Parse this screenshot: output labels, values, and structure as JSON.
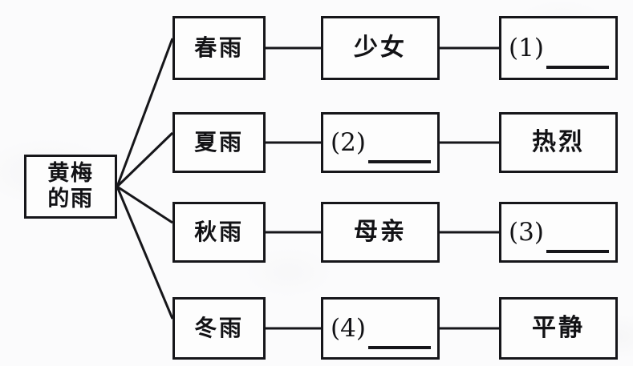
{
  "diagram": {
    "type": "tree-flow-diagram",
    "root": {
      "label": "黄梅\n的雨",
      "label_plain": "黄梅的雨"
    },
    "branches": [
      {
        "season": "春雨",
        "middle": {
          "text": "少女",
          "is_blank": false
        },
        "right": {
          "text": "",
          "is_blank": true,
          "number": "(1)"
        }
      },
      {
        "season": "夏雨",
        "middle": {
          "text": "",
          "is_blank": true,
          "number": "(2)"
        },
        "right": {
          "text": "热烈",
          "is_blank": false
        }
      },
      {
        "season": "秋雨",
        "middle": {
          "text": "母亲",
          "is_blank": false
        },
        "right": {
          "text": "",
          "is_blank": true,
          "number": "(3)"
        }
      },
      {
        "season": "冬雨",
        "middle": {
          "text": "",
          "is_blank": true,
          "number": "(4)"
        },
        "right": {
          "text": "平静",
          "is_blank": false
        }
      }
    ],
    "colors": {
      "ink": "#16161a",
      "paper": "#fbfbfc",
      "box_fill": "#fdfdfd"
    }
  }
}
